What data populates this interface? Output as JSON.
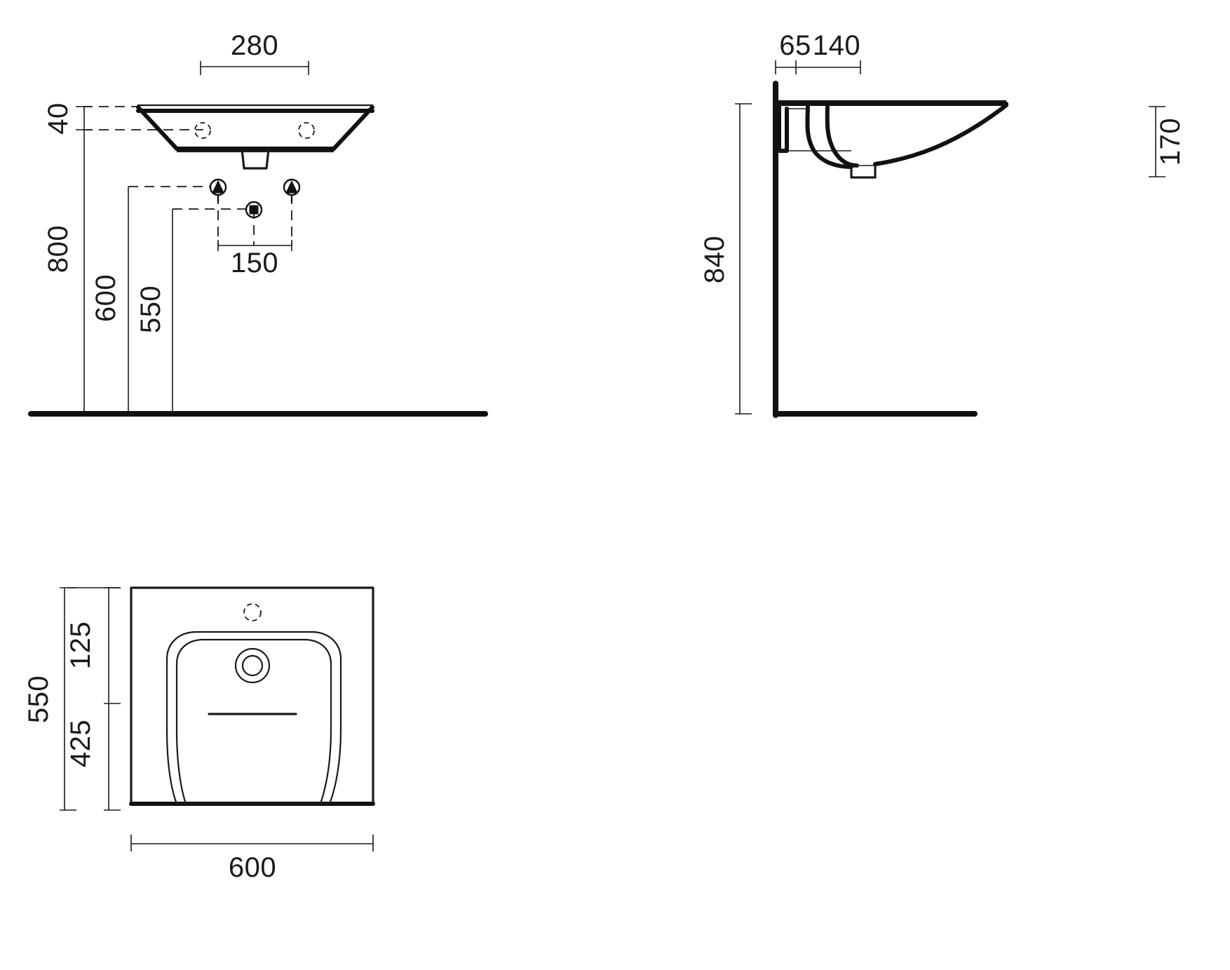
{
  "drawing": {
    "title": "Washbasin dimensional drawing",
    "units": "mm",
    "line_color": "#111111",
    "text_color": "#1a1a1a",
    "background": "#ffffff"
  },
  "views": {
    "front_elevation": {
      "name": "front-elevation-view",
      "dimensions": {
        "tap_hole_spacing": "280",
        "rim_thickness": "40",
        "basin_top_height": "800",
        "water_supply_height": "600",
        "drain_height": "550",
        "supply_spacing": "150"
      },
      "symbols": {
        "water_supply_left": "water-supply-symbol",
        "water_supply_right": "water-supply-symbol",
        "drain": "drain-symbol"
      }
    },
    "side_section": {
      "name": "side-section-view",
      "dimensions": {
        "wall_to_overflow": "65",
        "overflow_to_drain": "140",
        "bowl_depth": "170",
        "floor_to_rim": "840"
      }
    },
    "plan": {
      "name": "plan-view",
      "dimensions": {
        "rear_to_bowl": "125",
        "bowl_depth_plan": "425",
        "total_depth": "550",
        "total_width": "600"
      },
      "features": {
        "tap_hole": "tap-hole-marker",
        "drain_outlet": "drain-outlet",
        "overflow_slot": "overflow-slot"
      }
    }
  }
}
